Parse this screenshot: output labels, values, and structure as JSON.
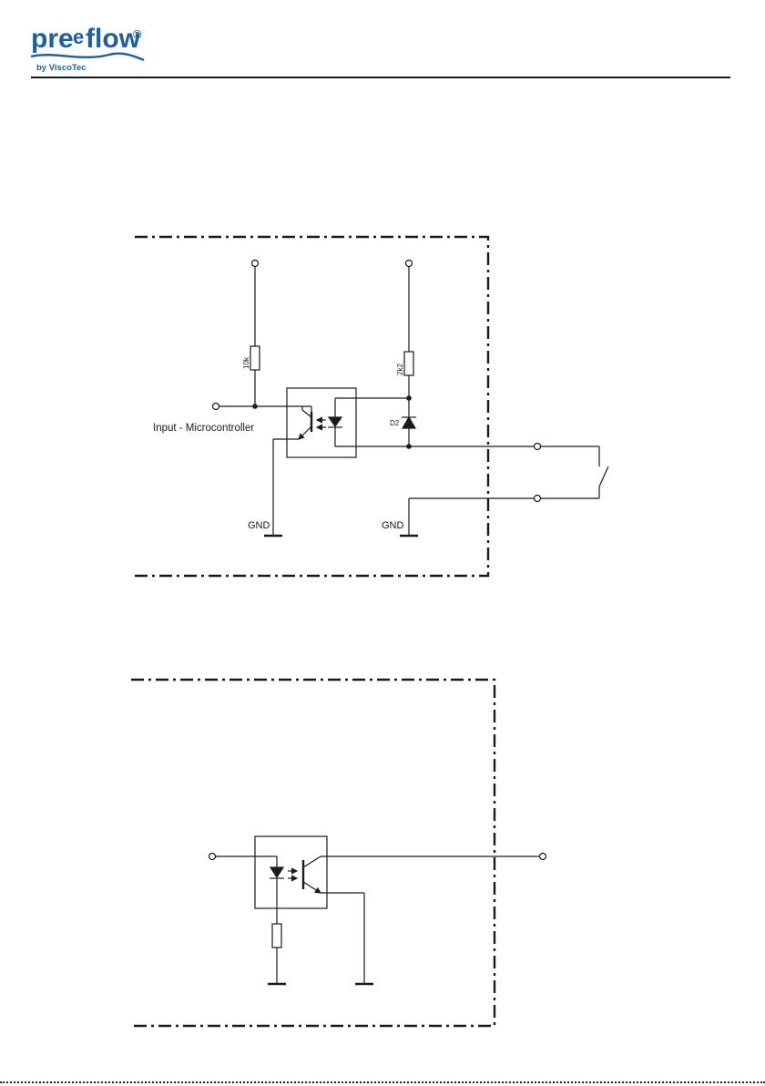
{
  "logo": {
    "brand_prefix": "pre",
    "brand_e": "e",
    "brand_suffix": "flow",
    "registered_mark": "®",
    "tagline": "by ViscoTec",
    "brand_color": "#1f5f9e"
  },
  "diagram_input": {
    "input_label": "Input - Microcontroller",
    "resistor_10k_label": "10k",
    "resistor_2k2_label": "2k2",
    "diode_label": "D2",
    "gnd_left_label": "GND",
    "gnd_right_label": "GND"
  },
  "diagram_output": {},
  "colors": {
    "line": "#1a1a1a"
  }
}
